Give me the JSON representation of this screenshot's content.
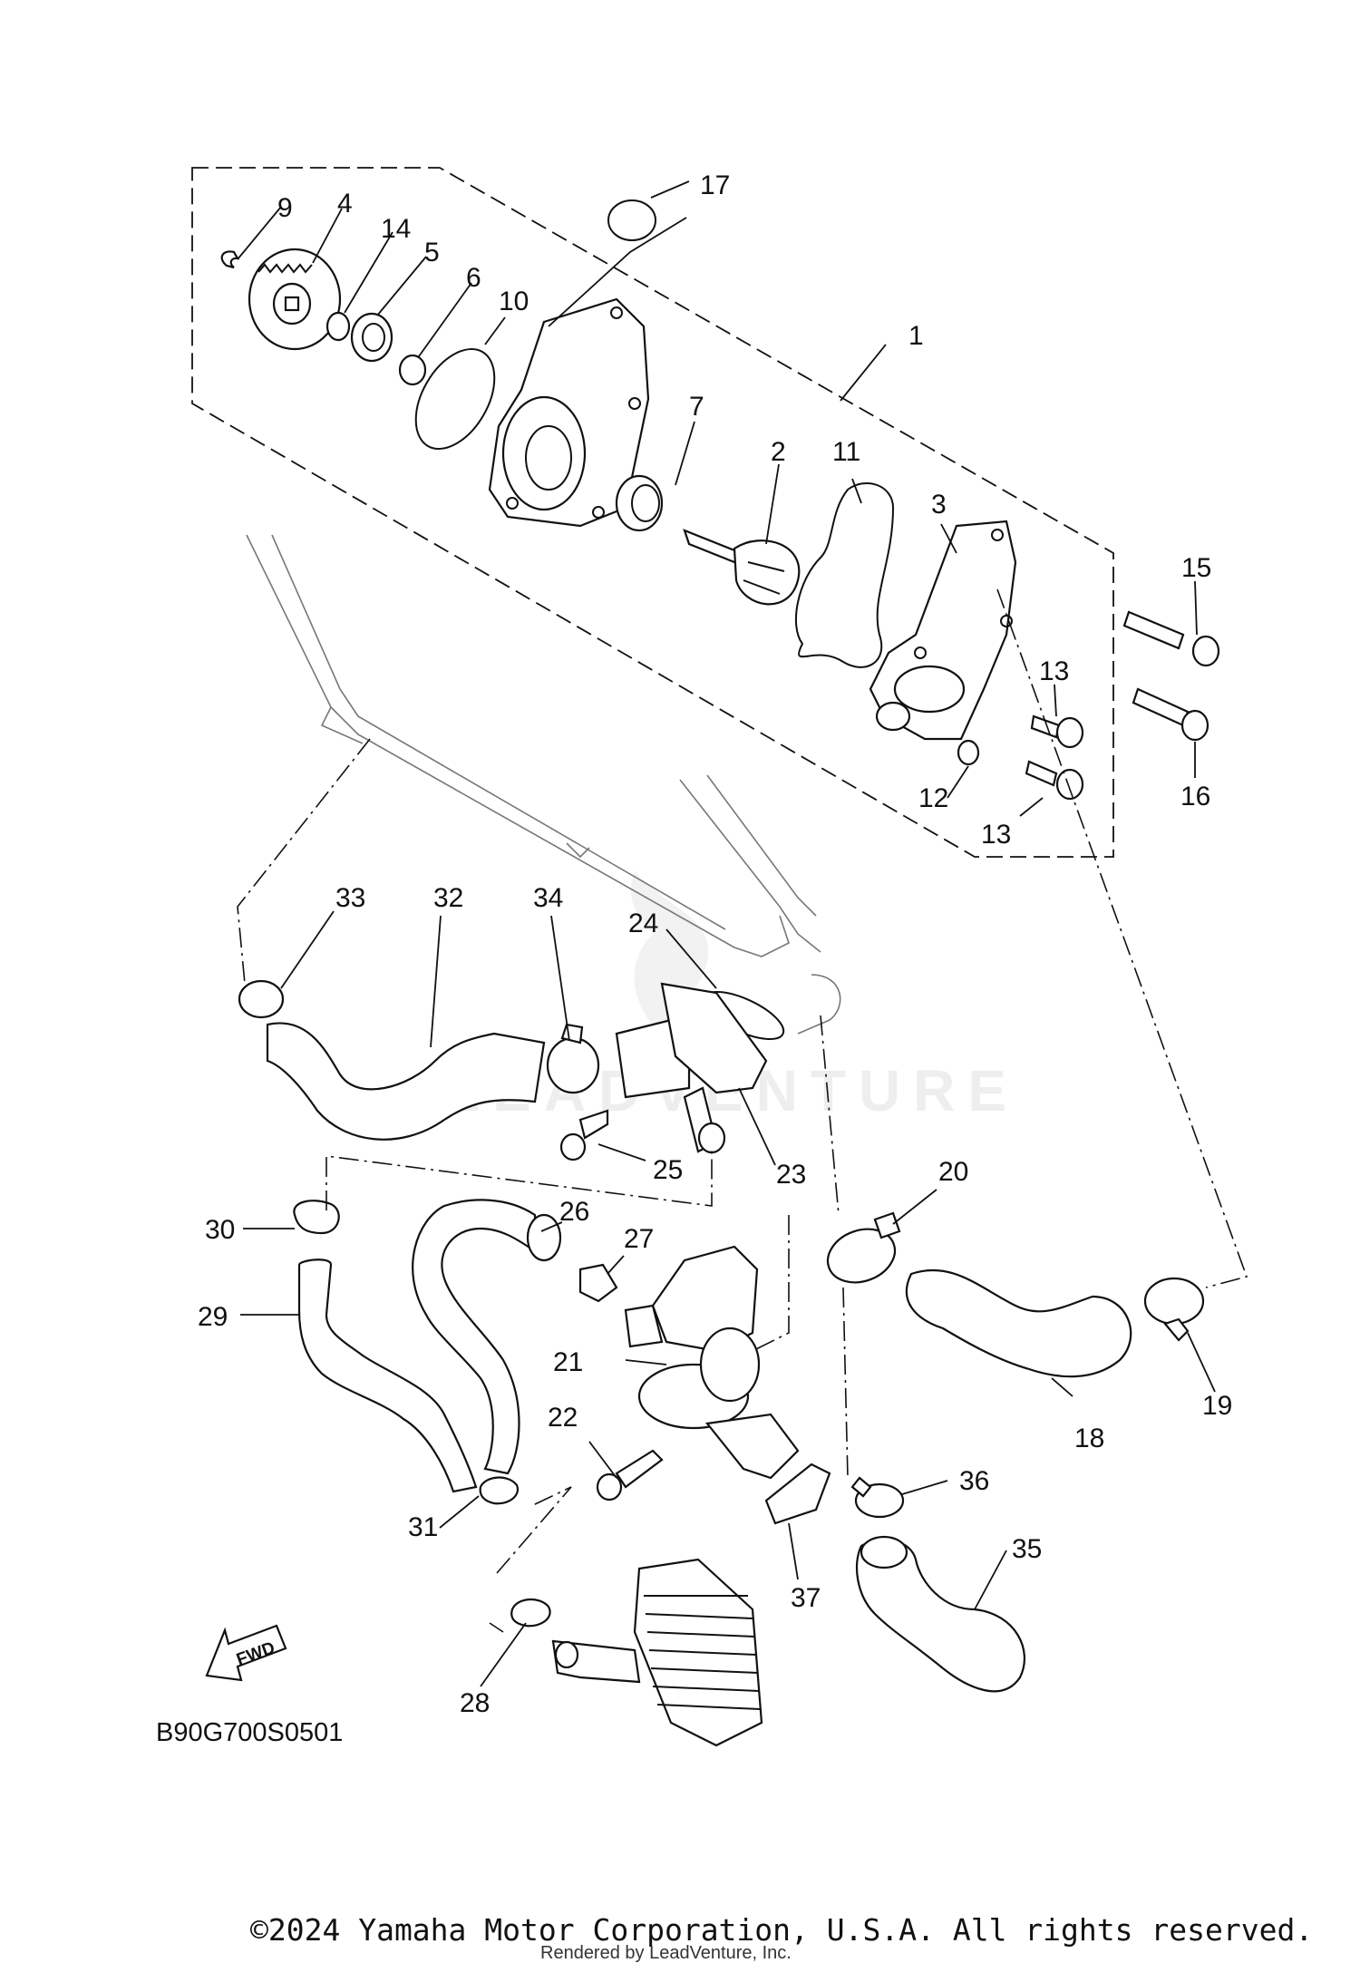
{
  "diagram": {
    "code": "B90G700S0501",
    "fwd_label": "FWD",
    "watermark": "LEADVENTURE",
    "copyright": "©2024 Yamaha Motor Corporation, U.S.A. All rights reserved.",
    "rendered_by": "Rendered by LeadVenture, Inc."
  },
  "callouts": [
    {
      "id": "c1",
      "text": "1"
    },
    {
      "id": "c2",
      "text": "2"
    },
    {
      "id": "c3",
      "text": "3"
    },
    {
      "id": "c4",
      "text": "4"
    },
    {
      "id": "c5",
      "text": "5"
    },
    {
      "id": "c6",
      "text": "6"
    },
    {
      "id": "c7",
      "text": "7"
    },
    {
      "id": "c9",
      "text": "9"
    },
    {
      "id": "c10",
      "text": "10"
    },
    {
      "id": "c11",
      "text": "11"
    },
    {
      "id": "c12",
      "text": "12"
    },
    {
      "id": "c13a",
      "text": "13"
    },
    {
      "id": "c13b",
      "text": "13"
    },
    {
      "id": "c14",
      "text": "14"
    },
    {
      "id": "c15",
      "text": "15"
    },
    {
      "id": "c16",
      "text": "16"
    },
    {
      "id": "c17",
      "text": "17"
    },
    {
      "id": "c18",
      "text": "18"
    },
    {
      "id": "c19",
      "text": "19"
    },
    {
      "id": "c20",
      "text": "20"
    },
    {
      "id": "c21",
      "text": "21"
    },
    {
      "id": "c22",
      "text": "22"
    },
    {
      "id": "c23",
      "text": "23"
    },
    {
      "id": "c24",
      "text": "24"
    },
    {
      "id": "c25",
      "text": "25"
    },
    {
      "id": "c26",
      "text": "26"
    },
    {
      "id": "c27",
      "text": "27"
    },
    {
      "id": "c28",
      "text": "28"
    },
    {
      "id": "c29",
      "text": "29"
    },
    {
      "id": "c30",
      "text": "30"
    },
    {
      "id": "c31",
      "text": "31"
    },
    {
      "id": "c32",
      "text": "32"
    },
    {
      "id": "c33",
      "text": "33"
    },
    {
      "id": "c34",
      "text": "34"
    },
    {
      "id": "c35",
      "text": "35"
    },
    {
      "id": "c36",
      "text": "36"
    },
    {
      "id": "c37",
      "text": "37"
    }
  ]
}
